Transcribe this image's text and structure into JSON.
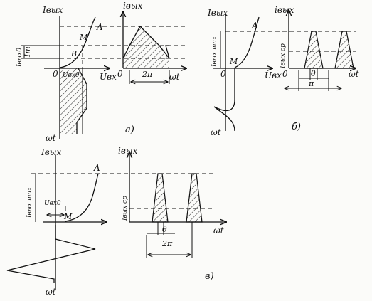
{
  "panel_a": {
    "i_out": "Iвых",
    "i_out_lower": "iвых",
    "i_out0": "Iвых0",
    "im": "Im",
    "u_bx0": "Uвх0",
    "u_bx": "Uвх",
    "omega_t": "ωt",
    "zero": "0",
    "point_a": "A",
    "point_m": "M",
    "point_b": "B",
    "two_pi": "2π",
    "caption": "а)"
  },
  "panel_b": {
    "i_out": "Iвых",
    "i_out_lower": "iвых",
    "i_out_max": "Iвых max",
    "i_out_avg": "Iвых ср",
    "u_bx": "Uвх",
    "omega_t": "ωt",
    "zero": "0",
    "point_a": "A",
    "point_m": "M",
    "theta": "θ",
    "pi": "π",
    "caption": "б)"
  },
  "panel_c": {
    "i_out": "Iвых",
    "i_out_lower": "iвых",
    "i_out_max": "Iвых max",
    "i_out_avg": "Iвых ср",
    "u_bx0": "Uвх0",
    "omega_t": "ωt",
    "point_a": "A",
    "point_m": "M",
    "theta": "θ",
    "two_pi": "2π",
    "caption": "в)"
  }
}
